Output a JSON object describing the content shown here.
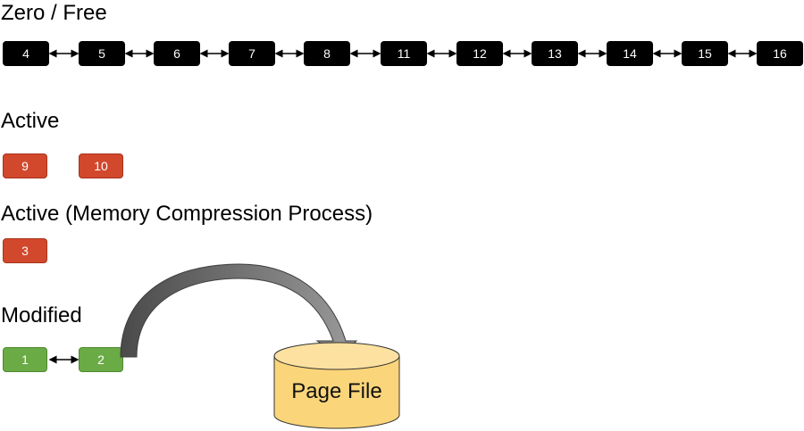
{
  "sections": {
    "zero_free": {
      "title": "Zero / Free",
      "pages": [
        "4",
        "5",
        "6",
        "7",
        "8",
        "11",
        "12",
        "13",
        "14",
        "15",
        "16"
      ]
    },
    "active": {
      "title": "Active",
      "pages": [
        "9",
        "10"
      ]
    },
    "active_mcp": {
      "title": "Active (Memory Compression Process)",
      "pages": [
        "3"
      ]
    },
    "modified": {
      "title": "Modified",
      "pages": [
        "1",
        "2"
      ]
    }
  },
  "page_file": {
    "label": "Page File"
  },
  "colors": {
    "free_page": "#000000",
    "active_page": "#d2482c",
    "modified_page": "#6aab45",
    "page_file_fill": "#fbd57a",
    "flow_arrow": "#707070"
  }
}
